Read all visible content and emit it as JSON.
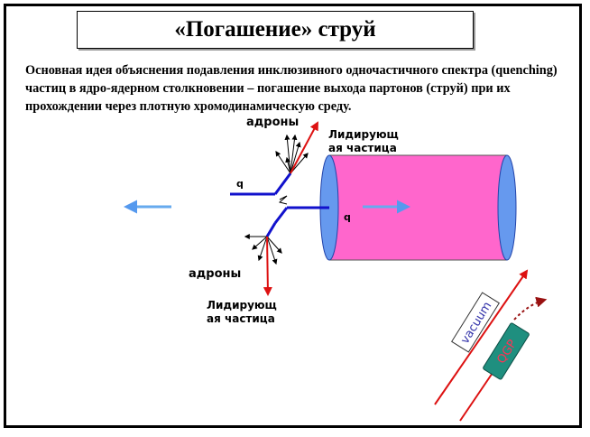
{
  "slide": {
    "title": "«Погашение» струй",
    "paragraph": "Основная идея объяснения подавления инклюзивного одночастичного спектра (quenching) частиц в ядро-ядерном столкновении – погашение выхода партонов (струй) при их прохождении через плотную хромодинамическую среду."
  },
  "diagram": {
    "hadrons_top": "адроны",
    "hadrons_bottom": "адроны",
    "leading_particle_top": "Лидирующ\nая частица",
    "leading_particle_bottom": "Лидирующ\nая частица",
    "quark_left": "q",
    "quark_right": "q"
  },
  "inset": {
    "vacuum_label": "vacuum",
    "qgp_label": "QGP"
  },
  "colors": {
    "cylinder_fill": "#ff66cc",
    "cylinder_cap": "#6699ee",
    "jet_red": "#dd1111",
    "quark_blue": "#1111cc",
    "arrow_light_blue": "#66aaee",
    "qgp_fill": "#1f8f7f",
    "qgp_text": "#ff3355",
    "vacuum_text": "#3333aa"
  }
}
